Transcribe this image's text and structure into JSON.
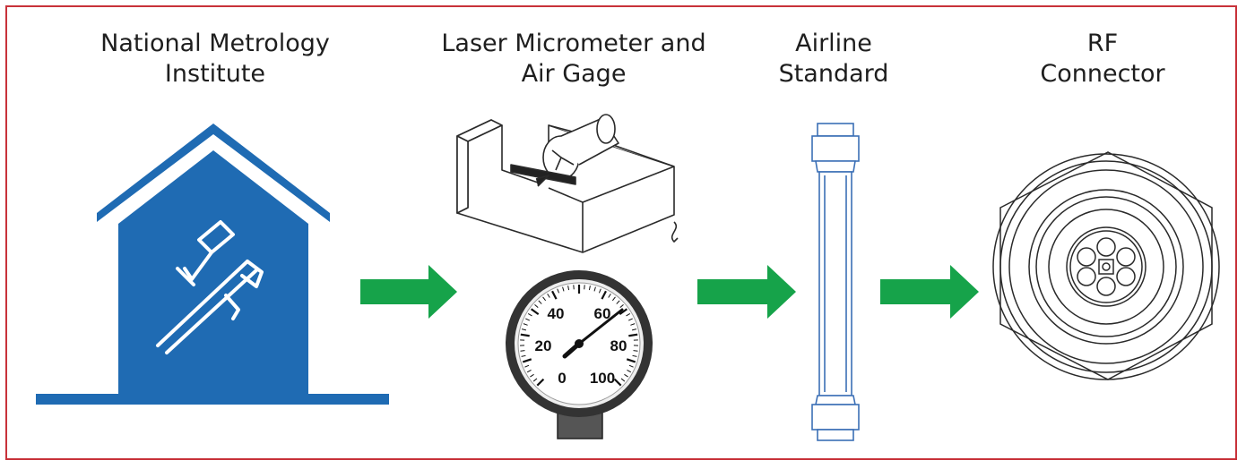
{
  "colors": {
    "border": "#c8323a",
    "building": "#1f6bb3",
    "arrow": "#16a34a",
    "line": "#2a2a2a",
    "airline": "#3b6fb6"
  },
  "steps": [
    {
      "line1": "National Metrology",
      "line2": "Institute",
      "icon": "building-caliper-icon"
    },
    {
      "line1": "Laser Micrometer and",
      "line2": "Air Gage",
      "icon": "micrometer-gauge-icon"
    },
    {
      "line1": "Airline",
      "line2": "Standard",
      "icon": "airline-icon"
    },
    {
      "line1": "RF",
      "line2": "Connector",
      "icon": "rf-connector-icon"
    }
  ],
  "gauge": {
    "ticks": [
      "0",
      "20",
      "40",
      "60",
      "80",
      "100"
    ]
  },
  "arrows": [
    "arrow-right-icon",
    "arrow-right-icon",
    "arrow-right-icon"
  ]
}
